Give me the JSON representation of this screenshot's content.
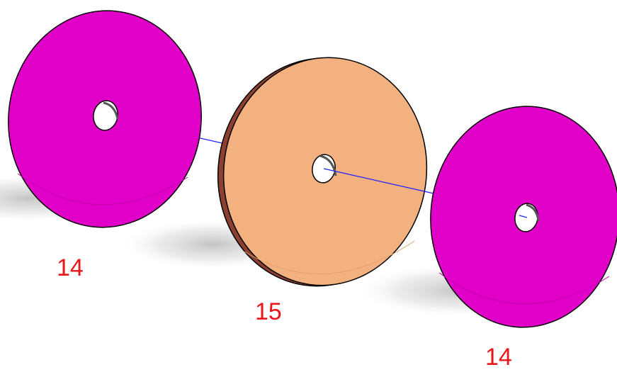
{
  "parts": [
    {
      "id": "left",
      "label": "14",
      "color": "#e100c8"
    },
    {
      "id": "center",
      "label": "15",
      "color": "#f2b17f",
      "edge_color": "#8b4030"
    },
    {
      "id": "right",
      "label": "14",
      "color": "#e100c8"
    }
  ],
  "colors": {
    "axis_line": "#1f1fff",
    "label_text": "#e8171b",
    "outline": "#000000",
    "shadow": "#c8c8c8"
  }
}
